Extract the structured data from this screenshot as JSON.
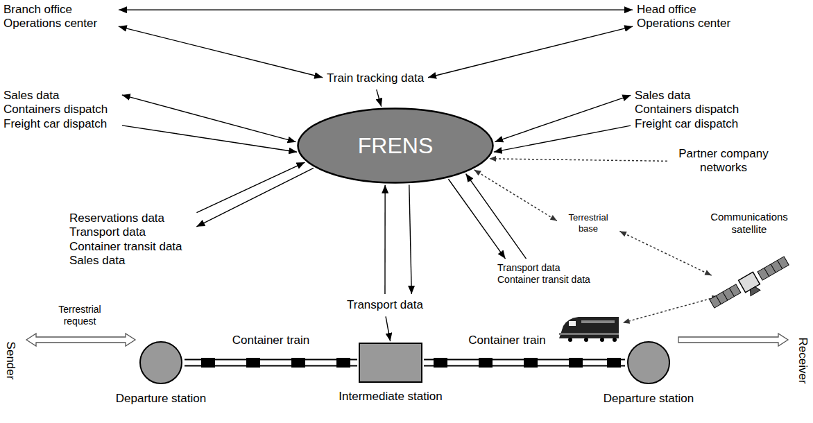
{
  "diagram": {
    "nodes": [
      {
        "text": [
          "Branch office Operations center"
        ]
      },
      {
        "text": [
          "Head office Operations center"
        ]
      },
      {
        "text": [
          "Train tracking data"
        ]
      },
      {
        "text": [
          "Sales data Containers dispatch Freight car dispatch"
        ]
      },
      {
        "text": [
          "Sales data Containers dispatch Freight car dispatch"
        ]
      },
      {
        "text": [
          "FRENS"
        ]
      },
      {
        "text": [
          "Partner company networks"
        ]
      },
      {
        "text": [
          "Reservations data Transport data Container transit data Sales data"
        ]
      },
      {
        "text": [
          "Terrestrial base"
        ]
      },
      {
        "text": [
          "Communications satellite"
        ]
      },
      {
        "text": [
          "Transport data Container transit data"
        ]
      },
      {
        "text": [
          "Transport data"
        ]
      },
      {
        "text": [
          "Departure station"
        ]
      },
      {
        "text": [
          "Intermediate station"
        ]
      },
      {
        "text": [
          "Departure station"
        ]
      }
    ],
    "edges": [
      {
        "from": 0,
        "to": 1,
        "arrow": "both"
      },
      {
        "from": 0,
        "to": 2,
        "arrow": "both"
      },
      {
        "from": 1,
        "to": 2,
        "arrow": "both"
      },
      {
        "from": 2,
        "to": 5,
        "arrow": "to"
      },
      {
        "from": 3,
        "to": 5,
        "arrow": "both"
      },
      {
        "from": 3,
        "to": 5,
        "arrow": "to"
      },
      {
        "from": 4,
        "to": 5,
        "arrow": "both"
      },
      {
        "from": 4,
        "to": 5,
        "arrow": "to"
      },
      {
        "from": 6,
        "to": 5,
        "arrow": "to"
      },
      {
        "from": 7,
        "to": 5,
        "arrow": "to"
      },
      {
        "from": 5,
        "to": 7,
        "arrow": "to"
      },
      {
        "from": 5,
        "to": 8,
        "arrow": "both"
      },
      {
        "from": 8,
        "to": 9,
        "arrow": "both"
      },
      {
        "from": 5,
        "to": 10,
        "arrow": "to"
      },
      {
        "from": 10,
        "to": 5,
        "arrow": "to"
      },
      {
        "from": 11,
        "to": 5,
        "arrow": "to"
      },
      {
        "from": 5,
        "to": 11,
        "arrow": "to"
      },
      {
        "from": 11,
        "to": 13,
        "arrow": "to"
      },
      {
        "from": 12,
        "to": 13,
        "arrow": "none",
        "label": "Container train"
      },
      {
        "from": 13,
        "to": 14,
        "arrow": "none",
        "label": "Container train"
      }
    ],
    "labels": [
      "Sender",
      "Terrestrial request",
      "Receiver"
    ]
  }
}
